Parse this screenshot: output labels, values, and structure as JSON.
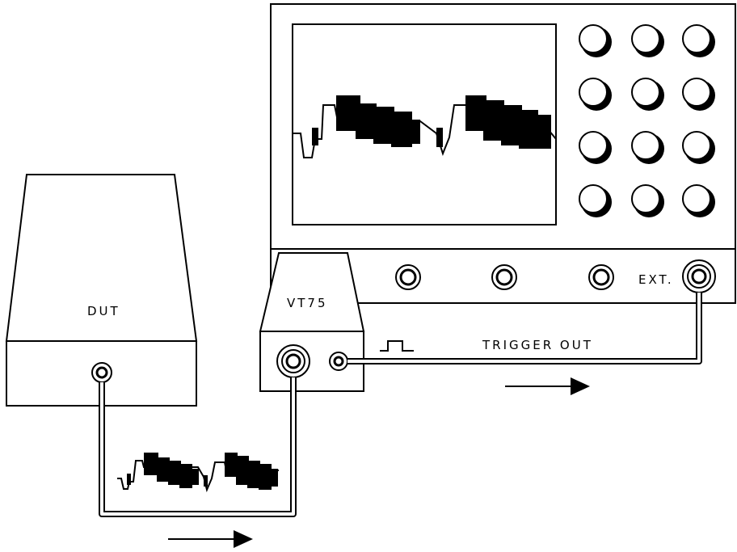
{
  "labels": {
    "dut": "DUT",
    "probe": "VT75",
    "ext": "EXT.",
    "trigger_out": "TRIGGER OUT"
  },
  "icons": {
    "pulse": "pulse-symbol-icon",
    "arrow": "arrow-right-icon",
    "knob": "knob-icon",
    "connector": "bnc-connector-icon"
  }
}
